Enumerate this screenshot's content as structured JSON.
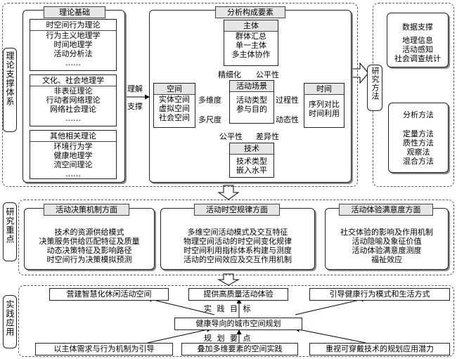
{
  "theory": {
    "side_label": "理论支撑体系",
    "title": "理论基础",
    "groups": [
      {
        "header": "时空间行为理论",
        "items": [
          "行为主义地理学",
          "时间地理学",
          "活动分析法",
          "……"
        ]
      },
      {
        "header": "文化、社会地理学",
        "items": [
          "非表征理论",
          "行动者网络理论",
          "网络社会理论",
          "……"
        ]
      },
      {
        "header": "其他相关理论",
        "items": [
          "环境行为学",
          "健康地理学",
          "流空间理论",
          "……"
        ]
      }
    ],
    "support_label_1": "理解",
    "support_label_2": "支撑"
  },
  "analysis": {
    "title": "分析构成要素",
    "subject": {
      "title": "主体",
      "items": [
        "群体汇总",
        "单一主体",
        "多主体协作"
      ]
    },
    "space": {
      "title": "空间",
      "items": [
        "实体空间",
        "虚拟空间",
        "社会空间"
      ]
    },
    "scene": {
      "title": "活动场景",
      "items": [
        "活动类型",
        "参与目的"
      ]
    },
    "time": {
      "title": "时间",
      "items": [
        "序列对比",
        "时间利用"
      ]
    },
    "tech": {
      "title": "技术",
      "items": [
        "技术类型",
        "嵌入水平"
      ]
    },
    "labels": {
      "refine": "精细化",
      "fairness_top": "公平性",
      "multidim": "多维度",
      "multiscale": "多尺度",
      "process": "过程性",
      "dynamic": "动态性",
      "fairness_bottom": "公平性",
      "difference": "差异性"
    }
  },
  "methods": {
    "side_label": "研究方法",
    "data": {
      "title": "数据支撑",
      "items": [
        "地理信息",
        "活动感知",
        "社会调查统计"
      ]
    },
    "analysis": {
      "title": "分析方法",
      "items": [
        "定量方法",
        "质性方法",
        "观察法",
        "混合方法"
      ]
    }
  },
  "focus": {
    "side_label": "研究重点",
    "panels": [
      {
        "title": "活动决策机制方面",
        "items": [
          "技术的资源供给模式",
          "决策服务供给匹配特征及质量",
          "动态决策特征及影响路径",
          "时空间行为决策模拟预测"
        ]
      },
      {
        "title": "活动时空规律方面",
        "items": [
          "多维空间活动模式及交互特征",
          "物理空间活动的时空间变化规律",
          "时空间利用指标体系构建与测度",
          "活动的空间效应及交互作用机制"
        ]
      },
      {
        "title": "活动体验满意度方面",
        "items": [
          "社交体验的影响及作用机制",
          "活动隐喻及象征价值",
          "活动体验满意度测度",
          "福祉效应"
        ]
      }
    ]
  },
  "practice": {
    "side_label": "实践应用",
    "goals": [
      "营建智慧化休闲活动空间",
      "提供高质量活动体验",
      "引导健康行为模式和生活方式"
    ],
    "goal_label": "实 践 目 标",
    "center": "健康导向的城市空间规划",
    "points_label": "规 划 要 点",
    "points": [
      "以主体需求与行为机制为引导",
      "叠加多维要素的空间实践",
      "重视可穿戴技术的规划应用潜力"
    ]
  }
}
